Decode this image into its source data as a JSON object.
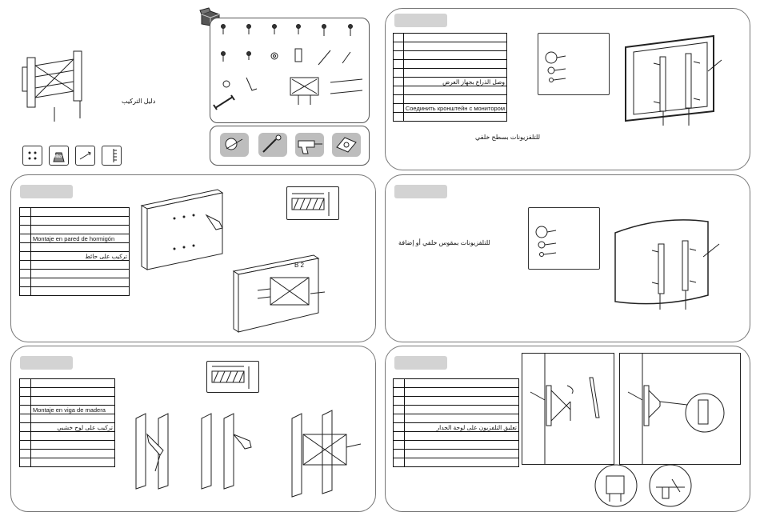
{
  "cover": {
    "installation_guide": "دليل التركيب",
    "feature_icons": [
      "vesa-pattern-icon",
      "max-load-icon",
      "tilt-icon",
      "wall-icon"
    ],
    "max_label": "Max",
    "tool_icons": [
      "level-icon",
      "screwdriver-icon",
      "drill-icon",
      "stud-finder-icon"
    ]
  },
  "step1": {
    "table_rows": [
      "",
      "",
      "",
      "",
      "",
      "وصل الذراع بجهاز العرض",
      "",
      "",
      "Соединить кронштейн с монитором",
      ""
    ],
    "note": "للتلفزيونات بسطح خلفي"
  },
  "step2": {
    "table_rows": [
      "",
      "",
      "",
      "Montaje en pared de hormigón",
      "",
      "تركيب على حائط",
      "",
      "",
      "",
      ""
    ],
    "label_b2": "B 2"
  },
  "step3": {
    "note": "للتلفزيونات بمقوس خلفي أو إضافة"
  },
  "step4": {
    "table_rows": [
      "",
      "",
      "",
      "Montaje en viga de madera",
      "",
      "تركيب على لوح خشبي",
      "",
      "",
      "",
      ""
    ]
  },
  "step5": {
    "table_rows": [
      "",
      "",
      "",
      "",
      "",
      "تعليق التلفزيون على لوحة الجدار",
      "",
      "",
      "",
      ""
    ]
  }
}
